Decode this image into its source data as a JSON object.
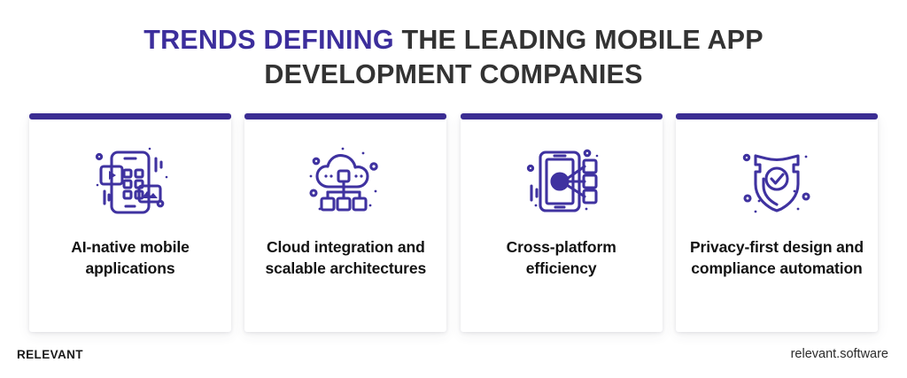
{
  "title": {
    "line1_accent": "TRENDS DEFINING",
    "line1_rest": " THE LEADING MOBILE APP",
    "line2": "DEVELOPMENT COMPANIES",
    "accent_color": "#3c2e9c",
    "text_color": "#333333"
  },
  "cards": [
    {
      "icon": "mobile-app-grid-icon",
      "label": "AI-native mobile applications",
      "accent_color": "#3b2d93"
    },
    {
      "icon": "cloud-network-icon",
      "label": "Cloud integration and scalable architectures",
      "accent_color": "#3b2d93"
    },
    {
      "icon": "cross-platform-distribution-icon",
      "label": "Cross-platform efficiency",
      "accent_color": "#3b2d93"
    },
    {
      "icon": "shield-check-icon",
      "label": "Privacy-first design and compliance automation",
      "accent_color": "#3b2d93"
    }
  ],
  "footer": {
    "logo": "RELEVANT",
    "url": "relevant.software"
  }
}
